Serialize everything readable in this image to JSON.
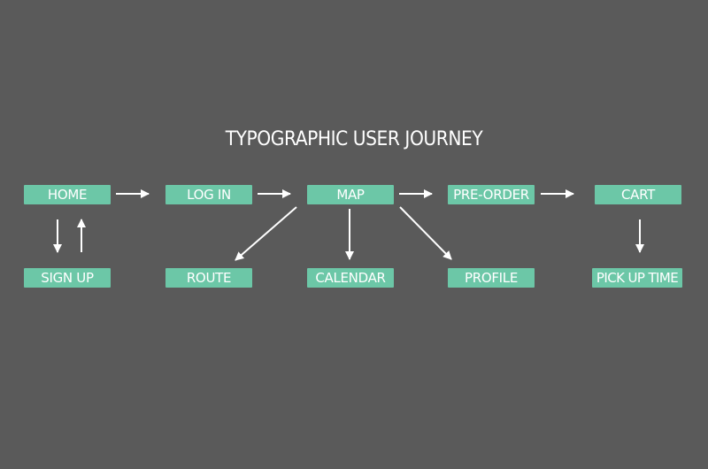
{
  "title": "TYPOGRAPHIC USER JOURNEY",
  "colors": {
    "background": "#5a5a5a",
    "node": "#6cc7a7",
    "text": "#ffffff",
    "arrow": "#ffffff"
  },
  "nodes": {
    "home": "HOME",
    "login": "LOG IN",
    "map": "MAP",
    "preorder": "PRE-ORDER",
    "cart": "CART",
    "signup": "SIGN UP",
    "route": "ROUTE",
    "calendar": "CALENDAR",
    "profile": "PROFILE",
    "pickup": "PICK UP TIME"
  },
  "edges": [
    {
      "from": "HOME",
      "to": "LOG IN"
    },
    {
      "from": "LOG IN",
      "to": "MAP"
    },
    {
      "from": "MAP",
      "to": "PRE-ORDER"
    },
    {
      "from": "PRE-ORDER",
      "to": "CART"
    },
    {
      "from": "HOME",
      "to": "SIGN UP"
    },
    {
      "from": "SIGN UP",
      "to": "HOME"
    },
    {
      "from": "MAP",
      "to": "ROUTE"
    },
    {
      "from": "MAP",
      "to": "CALENDAR"
    },
    {
      "from": "MAP",
      "to": "PROFILE"
    },
    {
      "from": "CART",
      "to": "PICK UP TIME"
    }
  ]
}
